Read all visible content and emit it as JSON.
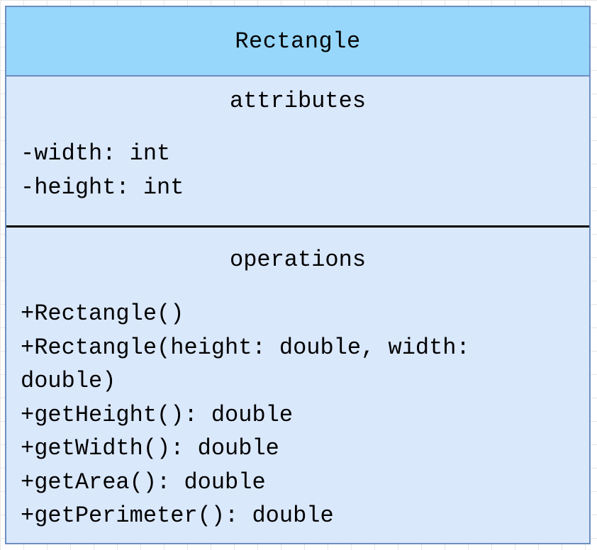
{
  "class_box": {
    "name": "Rectangle",
    "attributes_title": "attributes",
    "attributes": [
      "-width: int",
      "-height: int"
    ],
    "operations_title": "operations",
    "operations": [
      "+Rectangle()",
      "+Rectangle(height: double, width:",
      "double)",
      "+getHeight(): double",
      "+getWidth(): double",
      "+getArea(): double",
      "+getPerimeter(): double"
    ],
    "colors": {
      "header_fill": "#97d7fb",
      "body_fill": "#dae8fc",
      "border": "#6c8ebf",
      "divider": "#000000",
      "grid": "#e6e6e6"
    }
  }
}
